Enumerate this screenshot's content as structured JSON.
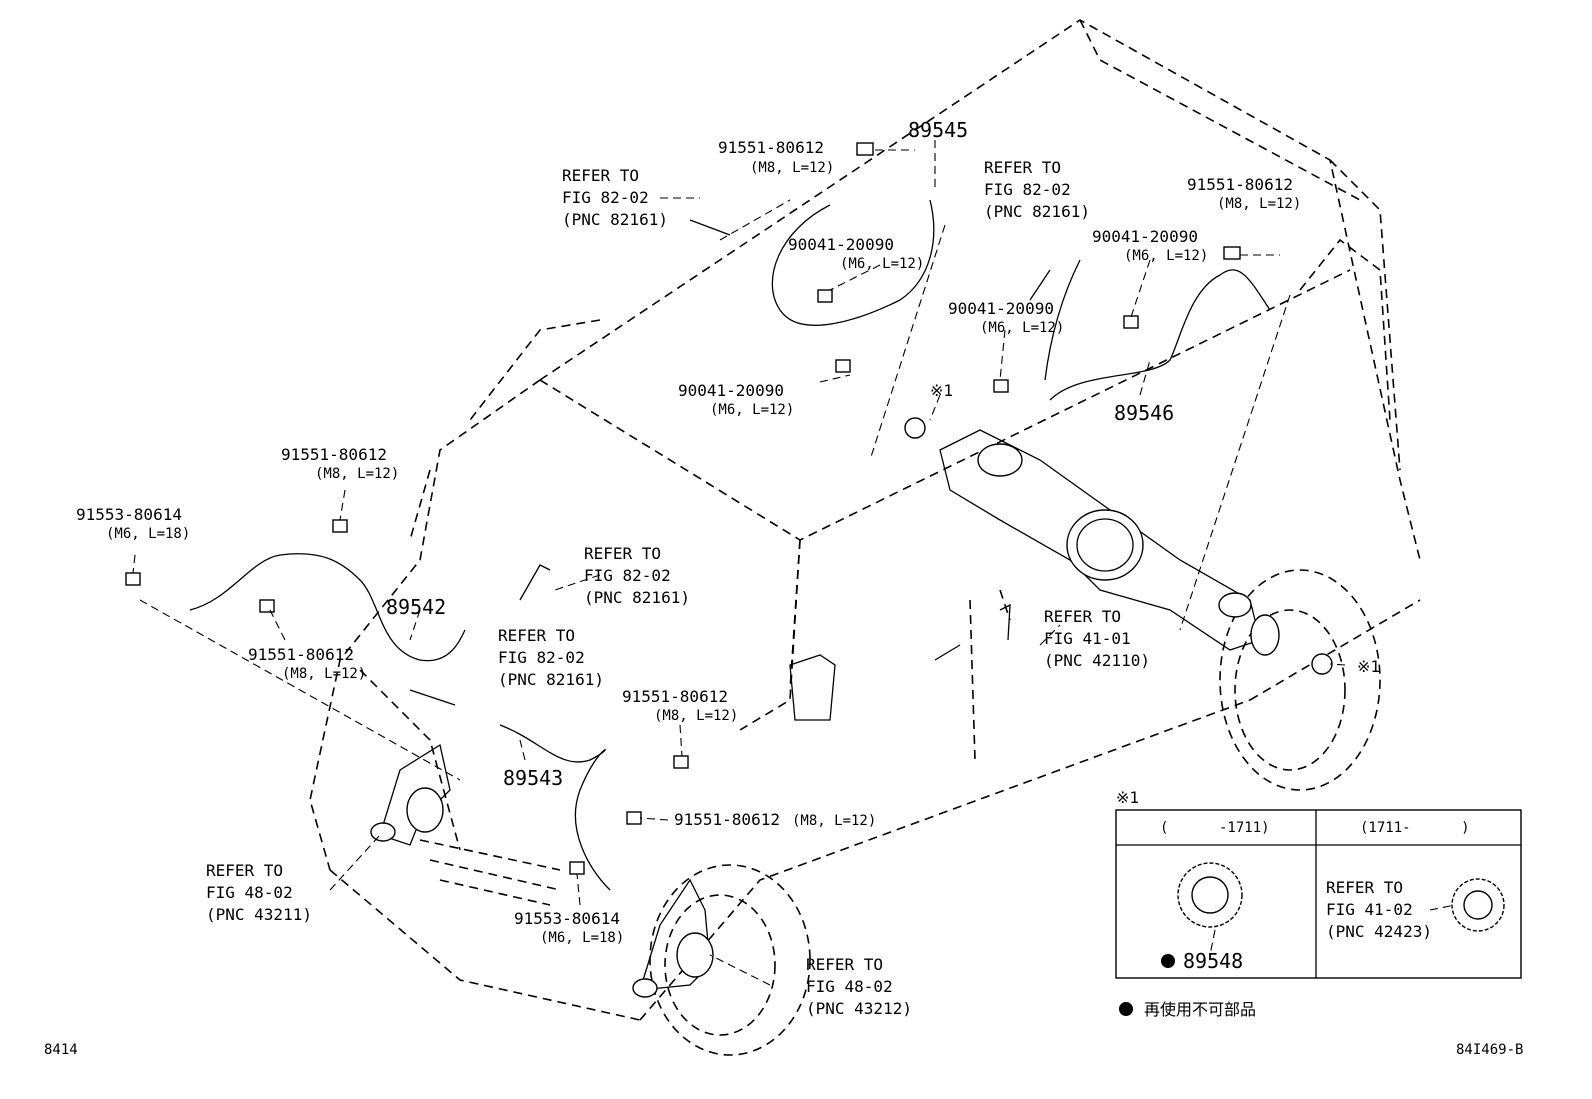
{
  "callouts": {
    "c89545": "89545",
    "c89546": "89546",
    "c89542": "89542",
    "c89543": "89543",
    "bolt_a": {
      "pn": "91551-80612",
      "spec": "(M8, L=12)"
    },
    "bolt_b": {
      "pn": "91551-80612",
      "spec": "(M8, L=12)"
    },
    "bolt_c": {
      "pn": "91551-80612",
      "spec": "(M8, L=12)"
    },
    "bolt_d": {
      "pn": "91551-80612",
      "spec": "(M8, L=12)"
    },
    "bolt_e": {
      "pn": "91551-80612",
      "spec": "(M8, L=12)"
    },
    "bolt_f": {
      "pn": "91551-80612",
      "spec": "(M8, L=12)"
    },
    "bolt_g": {
      "pn": "91553-80614",
      "spec": "(M6, L=18)"
    },
    "bolt_h": {
      "pn": "91553-80614",
      "spec": "(M6, L=18)"
    },
    "screw_a": {
      "pn": "90041-20090",
      "spec": "(M6, L=12)"
    },
    "screw_b": {
      "pn": "90041-20090",
      "spec": "(M6, L=12)"
    },
    "screw_c": {
      "pn": "90041-20090",
      "spec": "(M6, L=12)"
    },
    "screw_d": {
      "pn": "90041-20090",
      "spec": "(M6, L=12)"
    },
    "mark_1a": "※1",
    "mark_1b": "※1"
  },
  "refs": {
    "r1": [
      "REFER TO",
      "FIG 82-02",
      "(PNC 82161)"
    ],
    "r2": [
      "REFER TO",
      "FIG 82-02",
      "(PNC 82161)"
    ],
    "r3": [
      "REFER TO",
      "FIG 82-02",
      "(PNC 82161)"
    ],
    "r4": [
      "REFER TO",
      "FIG 82-02",
      "(PNC 82161)"
    ],
    "r5": [
      "REFER TO",
      "FIG 41-01",
      "(PNC 42110)"
    ],
    "r6": [
      "REFER TO",
      "FIG 48-02",
      "(PNC 43211)"
    ],
    "r7": [
      "REFER TO",
      "FIG 48-02",
      "(PNC 43212)"
    ]
  },
  "inset": {
    "mark": "※1",
    "col1": "(      -1711)",
    "col2": "(1711-      )",
    "part": "89548",
    "ref": [
      "REFER TO",
      "FIG 41-02",
      "(PNC 42423)"
    ],
    "bullet": "●"
  },
  "legend": {
    "bullet": "●",
    "text": "再使用不可部品"
  },
  "footer": {
    "left": "8414",
    "right": "84I469-B"
  }
}
